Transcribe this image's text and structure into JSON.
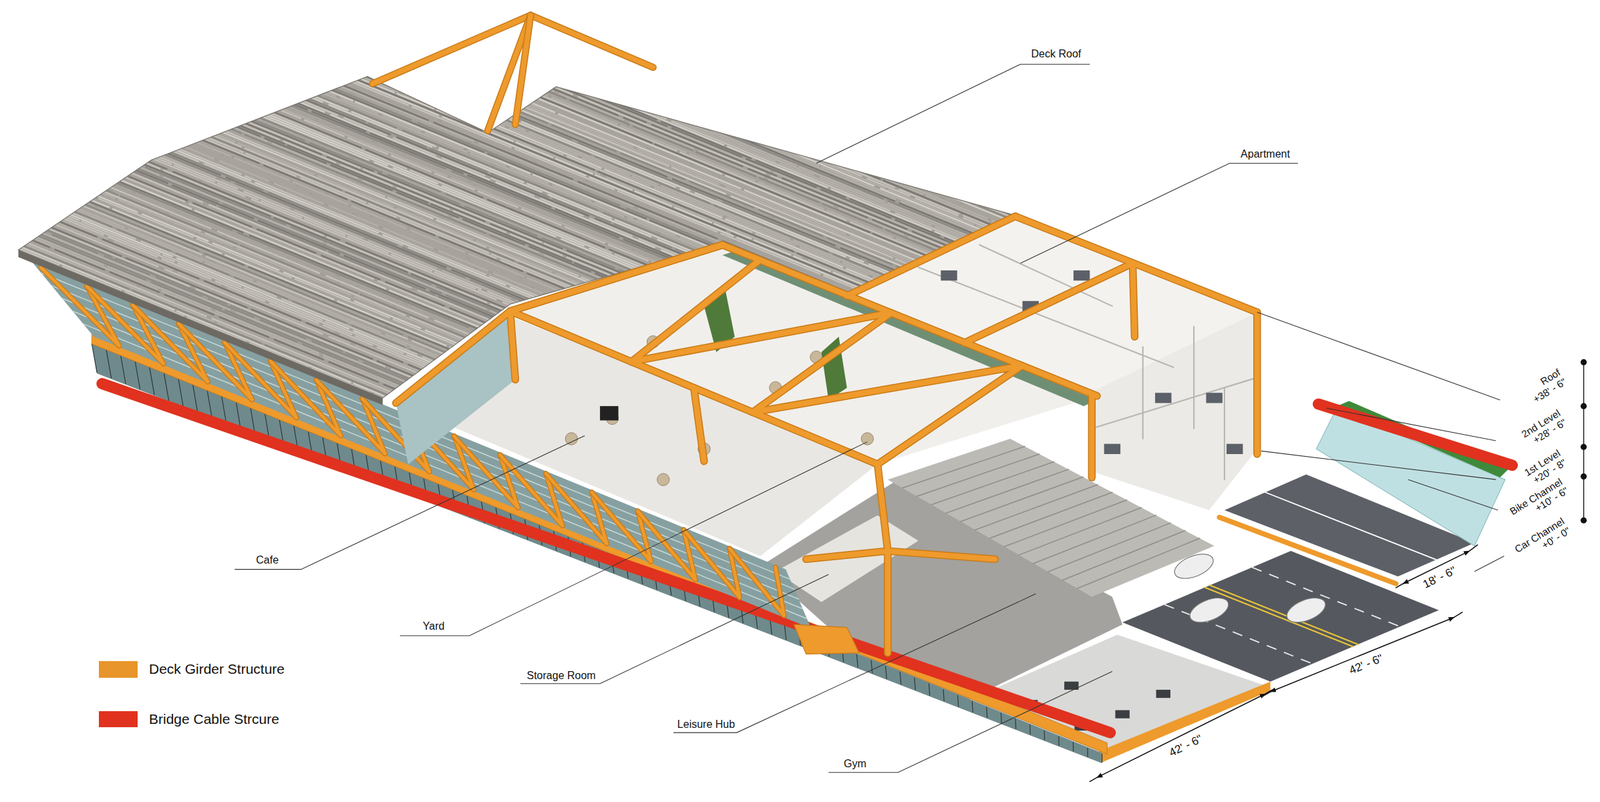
{
  "diagram": {
    "labels": [
      "Deck Roof",
      "Apartment",
      "Roof",
      "+38' - 6\"",
      "2nd Level",
      "+28' - 6\"",
      "1st Level",
      "+20' - 8\"",
      "Bike Channel",
      "+10' - 6\"",
      "Car Channel",
      "+0' - 0\"",
      "18' - 6\"",
      "42' - 6\"",
      "Cafe",
      "Yard",
      "Storage Room",
      "Leisure Hub",
      "42' - 6\"",
      "Gym"
    ],
    "legend": [
      {
        "text": "Deck Girder Structure",
        "color": "#e8952b"
      },
      {
        "text": "Bridge Cable Strcure",
        "color": "#e0321f"
      }
    ]
  }
}
